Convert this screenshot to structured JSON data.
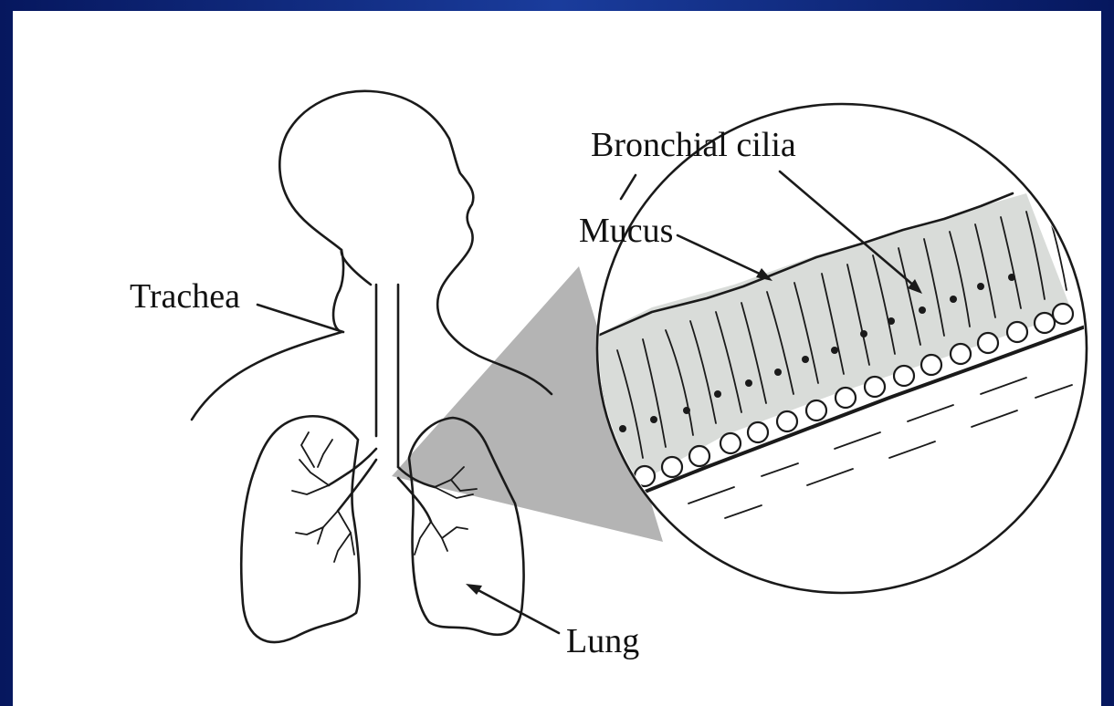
{
  "labels": {
    "bronchial_cilia": "Bronchial cilia",
    "mucus": "Mucus",
    "trachea": "Trachea",
    "lung": "Lung"
  },
  "colors": {
    "frame": "#0a1f6e",
    "panel": "#ffffff",
    "magnify_wedge": "#b4b4b4",
    "mucus_layer": "#d9dcd9",
    "ink": "#1a1a1a"
  }
}
